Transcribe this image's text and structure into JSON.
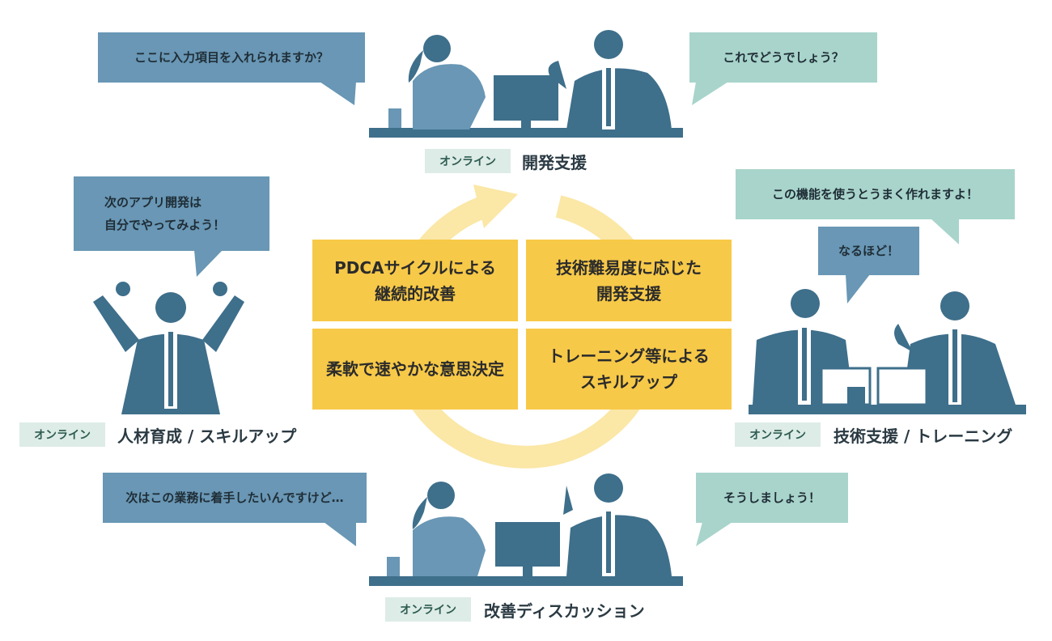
{
  "scenes": {
    "top": {
      "tag": "オンライン",
      "title": "開発支援",
      "bubble_left": "ここに入力項目を入れられますか？",
      "bubble_right": "これでどうでしょう？"
    },
    "left": {
      "tag": "オンライン",
      "title": "人材育成 / スキルアップ",
      "bubble_line1": "次のアプリ開発は",
      "bubble_line2": "自分でやってみよう！"
    },
    "right": {
      "tag": "オンライン",
      "title": "技術支援 / トレーニング",
      "bubble_top": "この機能を使うとうまく作れますよ！",
      "bubble_small": "なるほど！"
    },
    "bottom": {
      "tag": "オンライン",
      "title": "改善ディスカッション",
      "bubble_left": "次はこの業務に着手したいんですけど…",
      "bubble_right": "そうしましょう！"
    }
  },
  "center_cells": {
    "top_left": [
      "PDCAサイクルによる",
      "継続的改善"
    ],
    "top_right": [
      "技術難易度に応じた",
      "開発支援"
    ],
    "bottom_left": [
      "柔軟で速やかな意思決定"
    ],
    "bottom_right": [
      "トレーニング等による",
      "スキルアップ"
    ]
  },
  "colors": {
    "figure": "#3e6f8b",
    "figure_light": "#6997b5",
    "bubble_blue": "#6997b5",
    "bubble_mint": "#a8d4cb",
    "cell_yellow": "#f7c948",
    "cycle_arrow": "#fbe7a6",
    "tag_bg": "#ddece7",
    "tag_text": "#2f5c51"
  }
}
